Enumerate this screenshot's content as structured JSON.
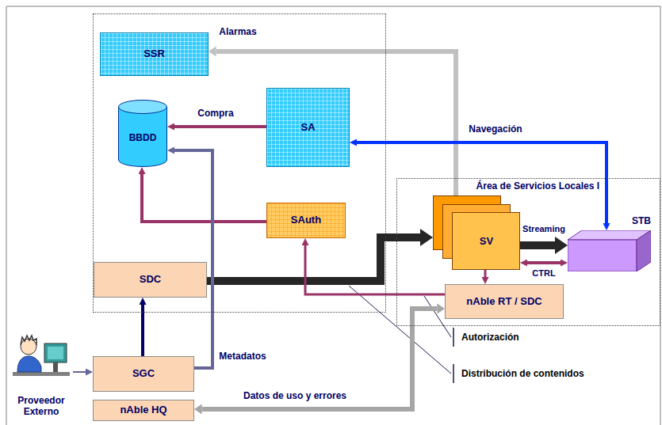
{
  "diagram": {
    "nodes": [
      {
        "text": []
      },
      {
        "text": [
          "SSR"
        ],
        "in": 0
      },
      {
        "text": [
          "BBDD"
        ],
        "in": 0
      },
      {
        "text": [
          "SA"
        ],
        "in": 0
      },
      {
        "text": [
          "SAuth"
        ],
        "in": 0
      },
      {
        "text": [
          "SDC"
        ],
        "in": 0
      },
      {
        "text": [
          "Área de Servicios Locales I"
        ]
      },
      {
        "text": [
          "SV"
        ],
        "in": 6
      },
      {
        "text": [
          "STB"
        ],
        "in": 6
      },
      {
        "text": [
          "nAble RT / SDC"
        ],
        "in": 6
      },
      {
        "text": [
          "Proveedor Externo"
        ]
      },
      {
        "text": [
          "SGC"
        ]
      },
      {
        "text": [
          "nAble HQ"
        ]
      }
    ],
    "edges": [
      {
        "from": 7,
        "to": 1,
        "arrow": "to",
        "label": "Alarmas"
      },
      {
        "from": 3,
        "to": 2,
        "arrow": "to",
        "label": "Compra"
      },
      {
        "from": 8,
        "to": 3,
        "arrow": "both",
        "label": "Navegación"
      },
      {
        "from": 4,
        "to": 2,
        "arrow": "to"
      },
      {
        "from": 5,
        "to": 7,
        "arrow": "to"
      },
      {
        "from": 11,
        "to": 5,
        "arrow": "to"
      },
      {
        "from": 11,
        "to": 2,
        "arrow": "to",
        "label": "Metadatos"
      },
      {
        "from": 10,
        "to": 11,
        "arrow": "to"
      },
      {
        "from": 7,
        "to": 8,
        "arrow": "to",
        "label": "Streaming"
      },
      {
        "from": 7,
        "to": 8,
        "arrow": "both",
        "label": "CTRL"
      },
      {
        "from": 7,
        "to": 9,
        "arrow": "to"
      },
      {
        "from": 9,
        "to": 4,
        "arrow": "to"
      },
      {
        "from": 9,
        "to": 12,
        "arrow": "both",
        "label": "Datos de uso y errores"
      }
    ],
    "labels": [
      "Autorización",
      "Distribución de contenidos"
    ]
  }
}
